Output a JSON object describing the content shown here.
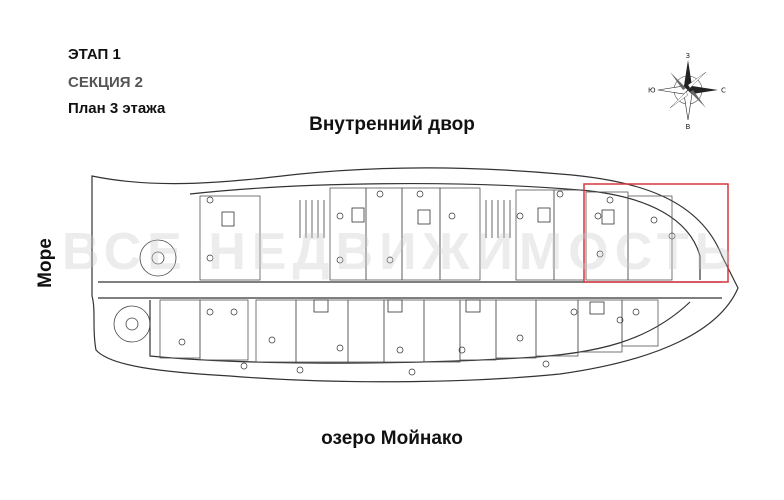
{
  "header": {
    "stage": "ЭТАП 1",
    "section": "СЕКЦИЯ 2",
    "plan": "План 3 этажа"
  },
  "labels": {
    "courtyard": "Внутренний двор",
    "lake": "озеро Мойнако",
    "sea": "Море"
  },
  "compass": {
    "north": "З",
    "east": "С",
    "south": "В",
    "west": "Ю"
  },
  "watermark": "ВСЕ НЕДВИЖИМОСТЬ",
  "highlight": {
    "color": "#d9363e"
  }
}
